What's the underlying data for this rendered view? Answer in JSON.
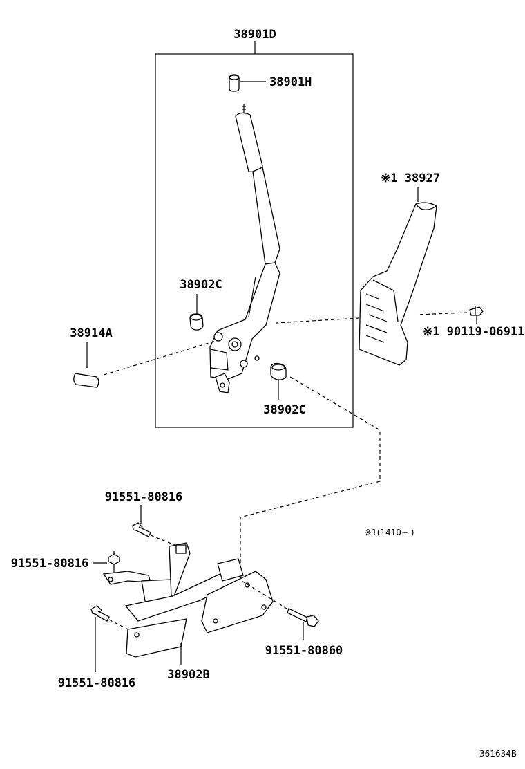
{
  "labels": {
    "assembly": "38901D",
    "grip": "38901H",
    "cover": "※1 38927",
    "bushing_upper": "38902C",
    "bushing_lower": "38902C",
    "pin": "38914A",
    "screw_cover": "※1 90119-06911",
    "bolt_top": "91551-80816",
    "bolt_left": "91551-80816",
    "bolt_bottom_left": "91551-80816",
    "bolt_right": "91551-80860",
    "bracket": "38902B",
    "footnote": "※1(1410−      )",
    "diagram_id": "361634B"
  }
}
